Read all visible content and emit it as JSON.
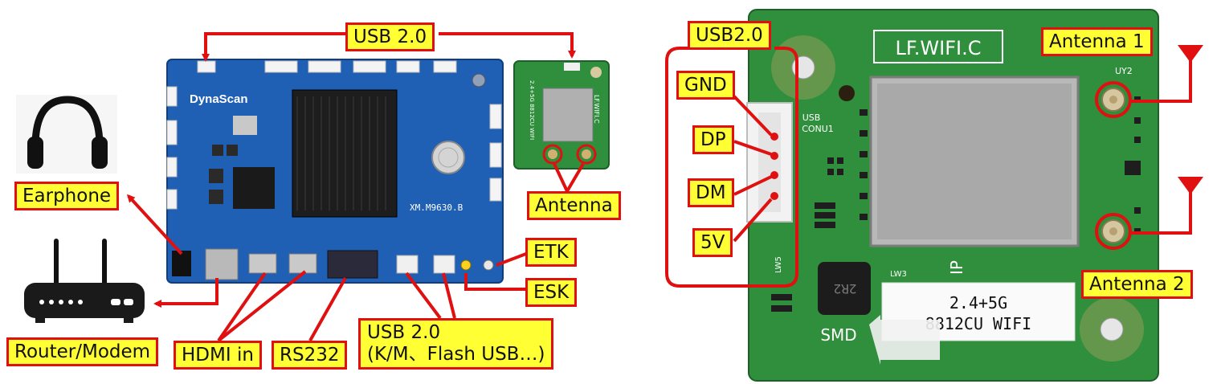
{
  "callouts": {
    "usb20_top": "USB 2.0",
    "earphone": "Earphone",
    "router": "Router/Modem",
    "hdmi": "HDMI in",
    "rs232": "RS232",
    "usb20_bottom_line1": "USB 2.0",
    "usb20_bottom_line2": "(K/M、Flash USB…)",
    "antenna": "Antenna",
    "etk": "ETK",
    "esk": "ESK",
    "usb20_right": "USB2.0",
    "gnd": "GND",
    "dp": "DP",
    "dm": "DM",
    "v5": "5V",
    "antenna1": "Antenna 1",
    "antenna2": "Antenna 2"
  },
  "board_main": {
    "brand": "DynaScan",
    "model": "XM.M9630.B"
  },
  "board_small": {
    "silk_top": "LF.WIFI.C",
    "silk_side": "2.4+5G 8812CU WIFI"
  },
  "board_zoom": {
    "silk_title": "LF.WIFI.C",
    "usb_conn": "USB",
    "usb_conn2": "CONU1",
    "chip_label_line1": "2.4+5G",
    "chip_label_line2": "8812CU WIFI",
    "smd": "SMD",
    "inductor": "2R2",
    "lw3": "LW3",
    "lw5": "LW5",
    "uy2": "UY2",
    "ip": "IP"
  },
  "colors": {
    "callout_fill": "#ffff33",
    "callout_border": "#e01010",
    "arrow": "#e01010",
    "pcb_blue": "#1f5fb4",
    "pcb_green": "#2f8f3c"
  }
}
